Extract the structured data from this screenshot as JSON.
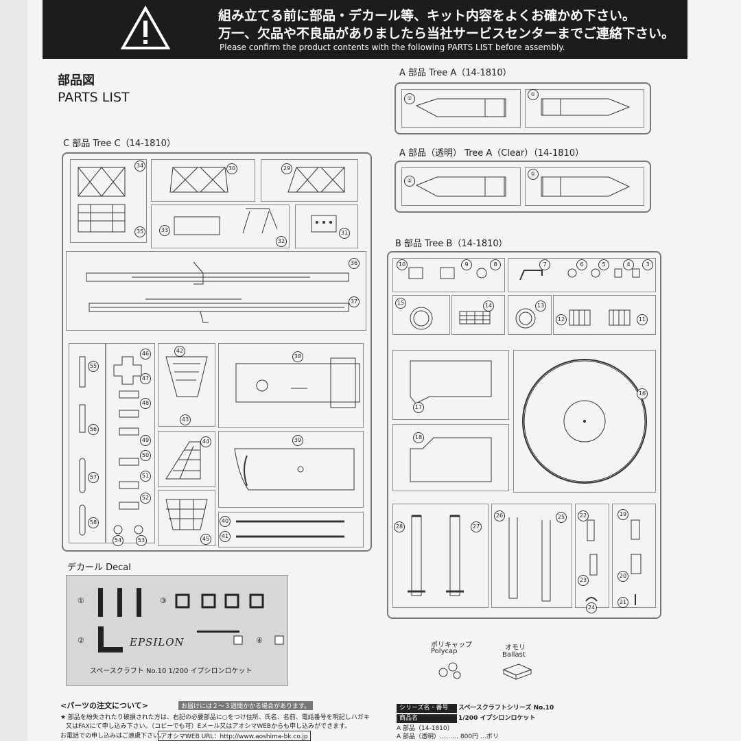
{
  "banner": {
    "line1": "組み立てる前に部品・デカール等、キット内容をよくお確かめ下さい。",
    "line2": "万一、欠品や不良品がありましたら当社サービスセンターまでご連絡下さい。",
    "line3": "Please confirm the product contents with the following PARTS LIST before assembly."
  },
  "title": {
    "jp": "部品図",
    "en": "PARTS LIST"
  },
  "trees": {
    "c": "C 部品 Tree C（14-1810）",
    "a": "A 部品 Tree A（14-1810）",
    "a_clear": "A 部品（透明） Tree A（Clear）（14-1810）",
    "b": "B 部品 Tree B（14-1810）"
  },
  "tree_a_parts": [
    "②",
    "①"
  ],
  "tree_a_clear_parts": [
    "②",
    "①"
  ],
  "tree_c_parts": [
    "34",
    "35",
    "30",
    "29",
    "33",
    "32",
    "31",
    "36",
    "37",
    "55",
    "46",
    "47",
    "48",
    "49",
    "42",
    "43",
    "38",
    "56",
    "50",
    "51",
    "52",
    "53",
    "54",
    "57",
    "58",
    "44",
    "39",
    "45",
    "40",
    "41"
  ],
  "tree_b_parts": [
    "10",
    "9",
    "8",
    "7",
    "6",
    "5",
    "4",
    "3",
    "15",
    "14",
    "13",
    "12",
    "11",
    "16",
    "17",
    "18",
    "28",
    "27",
    "26",
    "25",
    "22",
    "19",
    "23",
    "20",
    "24",
    "21"
  ],
  "decal": {
    "title": "デカール Decal",
    "logo": "EPSILON",
    "caption": "スペースクラフト No.10 1/200 イプシロンロケット",
    "numbers": [
      "①",
      "②",
      "③",
      "④"
    ]
  },
  "extras": {
    "polycap_jp": "ポリキャップ",
    "polycap_en": "Polycap",
    "ballast_jp": "オモリ",
    "ballast_en": "Ballast"
  },
  "order": {
    "heading": "<パーツの注文について>",
    "note_tag": "お届けには２〜３週間かかる場合があります。",
    "line1": "★ 部品を紛失されたり破損された方は、右記の必要部品に○をつけ住所、氏名、名前、電話番号を明記しハガキ",
    "line2": "又はFAXにて申し込み下さい。（コピーでも可）Eメール又はアオシマWEBからも申し込みができます。",
    "line3": "お電話での申し込みはご遠慮下さい。",
    "web": "アオシマWEB URL：http://www.aoshima-bk.co.jp"
  },
  "table": {
    "series_label": "シリーズ名・番号",
    "series_value": "スペースクラフトシリーズ No.10",
    "product_label": "商品名",
    "product_value": "1/200 イプシロンロケット",
    "row1": "A 部品（14-1810）",
    "row2": "A 部品（透明）……… 800円 …ボリ"
  }
}
